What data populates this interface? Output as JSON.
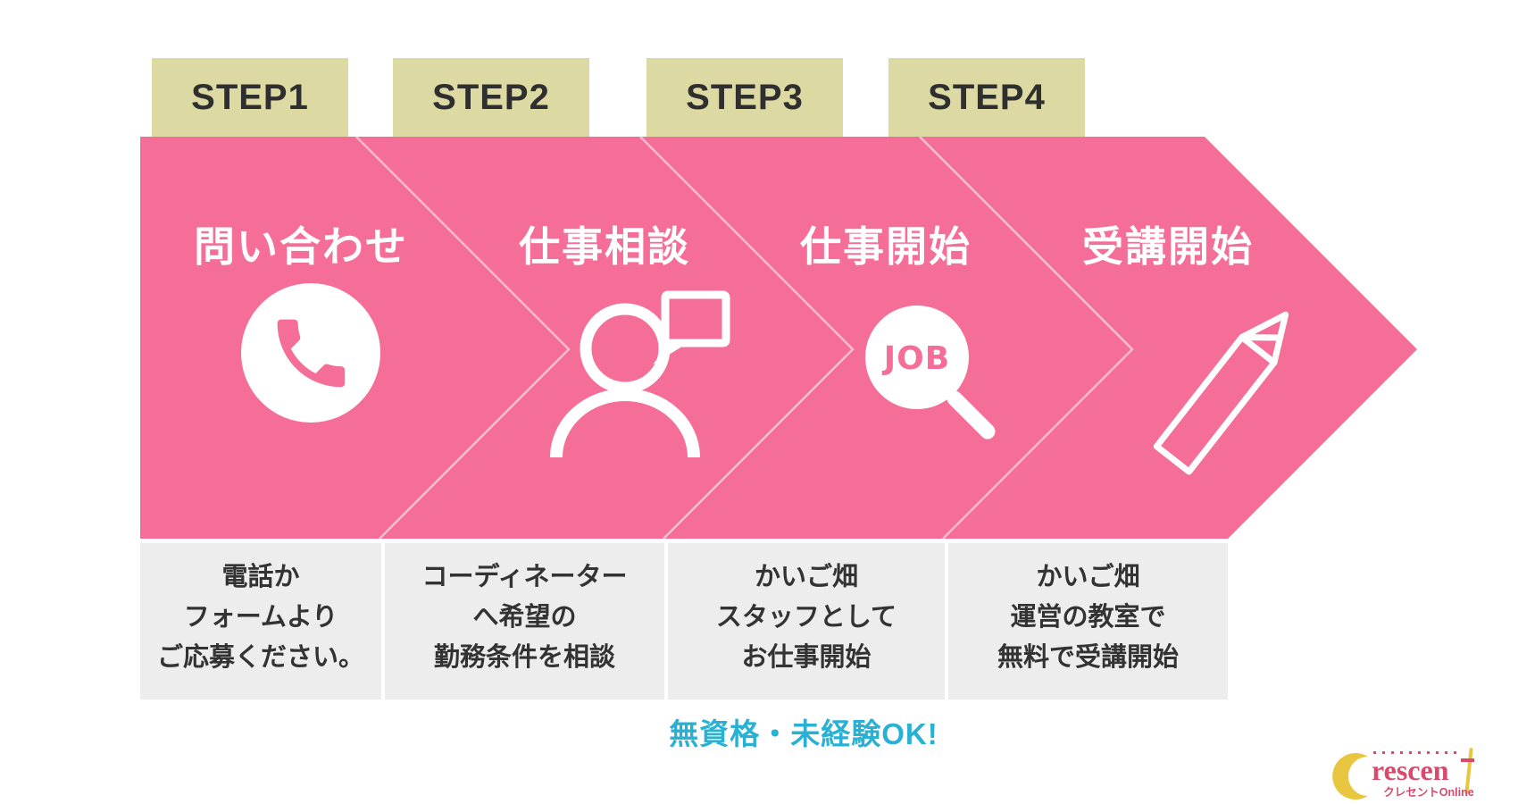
{
  "colors": {
    "pink": "#f56e98",
    "beige": "#ddd9a2",
    "gray_box": "#ededed",
    "text_dark": "#333333",
    "white": "#ffffff",
    "teal": "#29b1d3",
    "logo_yellow": "#e8c63f",
    "logo_pink": "#d8496c"
  },
  "steps": [
    {
      "label": "STEP1",
      "title": "問い合わせ",
      "icon": "phone-icon",
      "desc": [
        "電話か",
        "フォームより",
        "ご応募ください。"
      ]
    },
    {
      "label": "STEP2",
      "title": "仕事相談",
      "icon": "person-consult-icon",
      "desc": [
        "コーディネーター",
        "へ希望の",
        "勤務条件を相談"
      ]
    },
    {
      "label": "STEP3",
      "title": "仕事開始",
      "icon": "job-search-icon",
      "icon_text": "JOB",
      "desc": [
        "かいご畑",
        "スタッフとして",
        "お仕事開始"
      ]
    },
    {
      "label": "STEP4",
      "title": "受講開始",
      "icon": "pencil-icon",
      "desc": [
        "かいご畑",
        "運営の教室で",
        "無料で受講開始"
      ]
    }
  ],
  "note": "無資格・未経験OK!",
  "logo": {
    "wordmark_rest": "rescen",
    "subtext": "クレセントOnline"
  }
}
